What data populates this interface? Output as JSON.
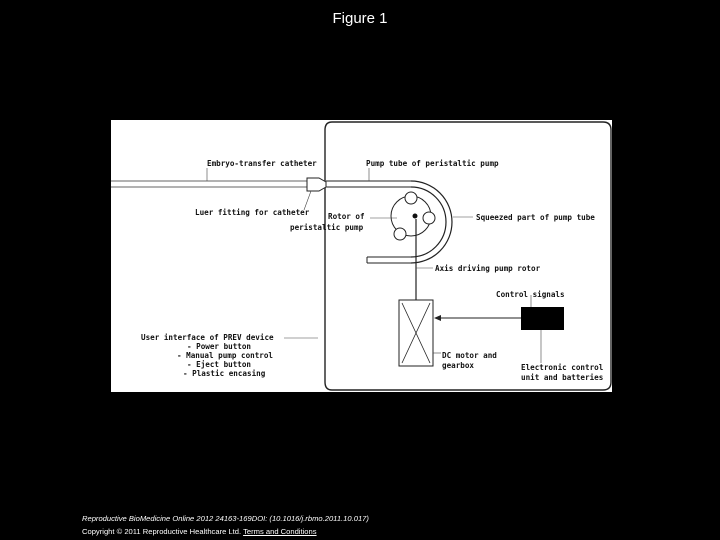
{
  "slide": {
    "title": "Figure 1"
  },
  "diagram": {
    "labels": {
      "catheter": "Embryo-transfer catheter",
      "pump_tube": "Pump tube of peristaltic pump",
      "luer_fitting": "Luer fitting for catheter",
      "rotor_line1": "Rotor of",
      "rotor_line2": "peristaltic pump",
      "squeezed": "Squeezed part of pump tube",
      "axis": "Axis driving pump rotor",
      "control_signals": "Control signals",
      "ui_line1": "User interface of PREV device",
      "ui_line2": "- Power button",
      "ui_line3": "- Manual pump control",
      "ui_line4": "- Eject button",
      "ui_line5": "- Plastic encasing",
      "motor_line1": "DC motor and",
      "motor_line2": "gearbox",
      "ecu_line1": "Electronic control",
      "ecu_line2": "unit and batteries"
    }
  },
  "footer": {
    "citation": "Reproductive BioMedicine Online 2012 24163-169DOI: (10.1016/j.rbmo.2011.10.017)",
    "copyright": "Copyright © 2011 Reproductive Healthcare Ltd.",
    "terms_link": "Terms and Conditions"
  }
}
